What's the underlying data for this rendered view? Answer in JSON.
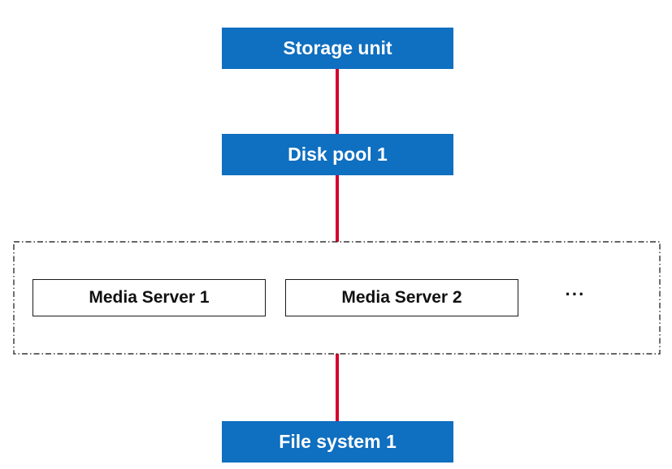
{
  "diagram": {
    "storage_unit": {
      "label": "Storage unit"
    },
    "disk_pool": {
      "label": "Disk pool 1"
    },
    "media_servers": [
      {
        "label": "Media Server 1"
      },
      {
        "label": "Media Server 2"
      }
    ],
    "more_indicator": "···",
    "file_system": {
      "label": "File system 1"
    }
  },
  "colors": {
    "node_fill": "#0f6fc0",
    "node_text": "#ffffff",
    "connector": "#d5002b",
    "group_border": "#333333"
  }
}
